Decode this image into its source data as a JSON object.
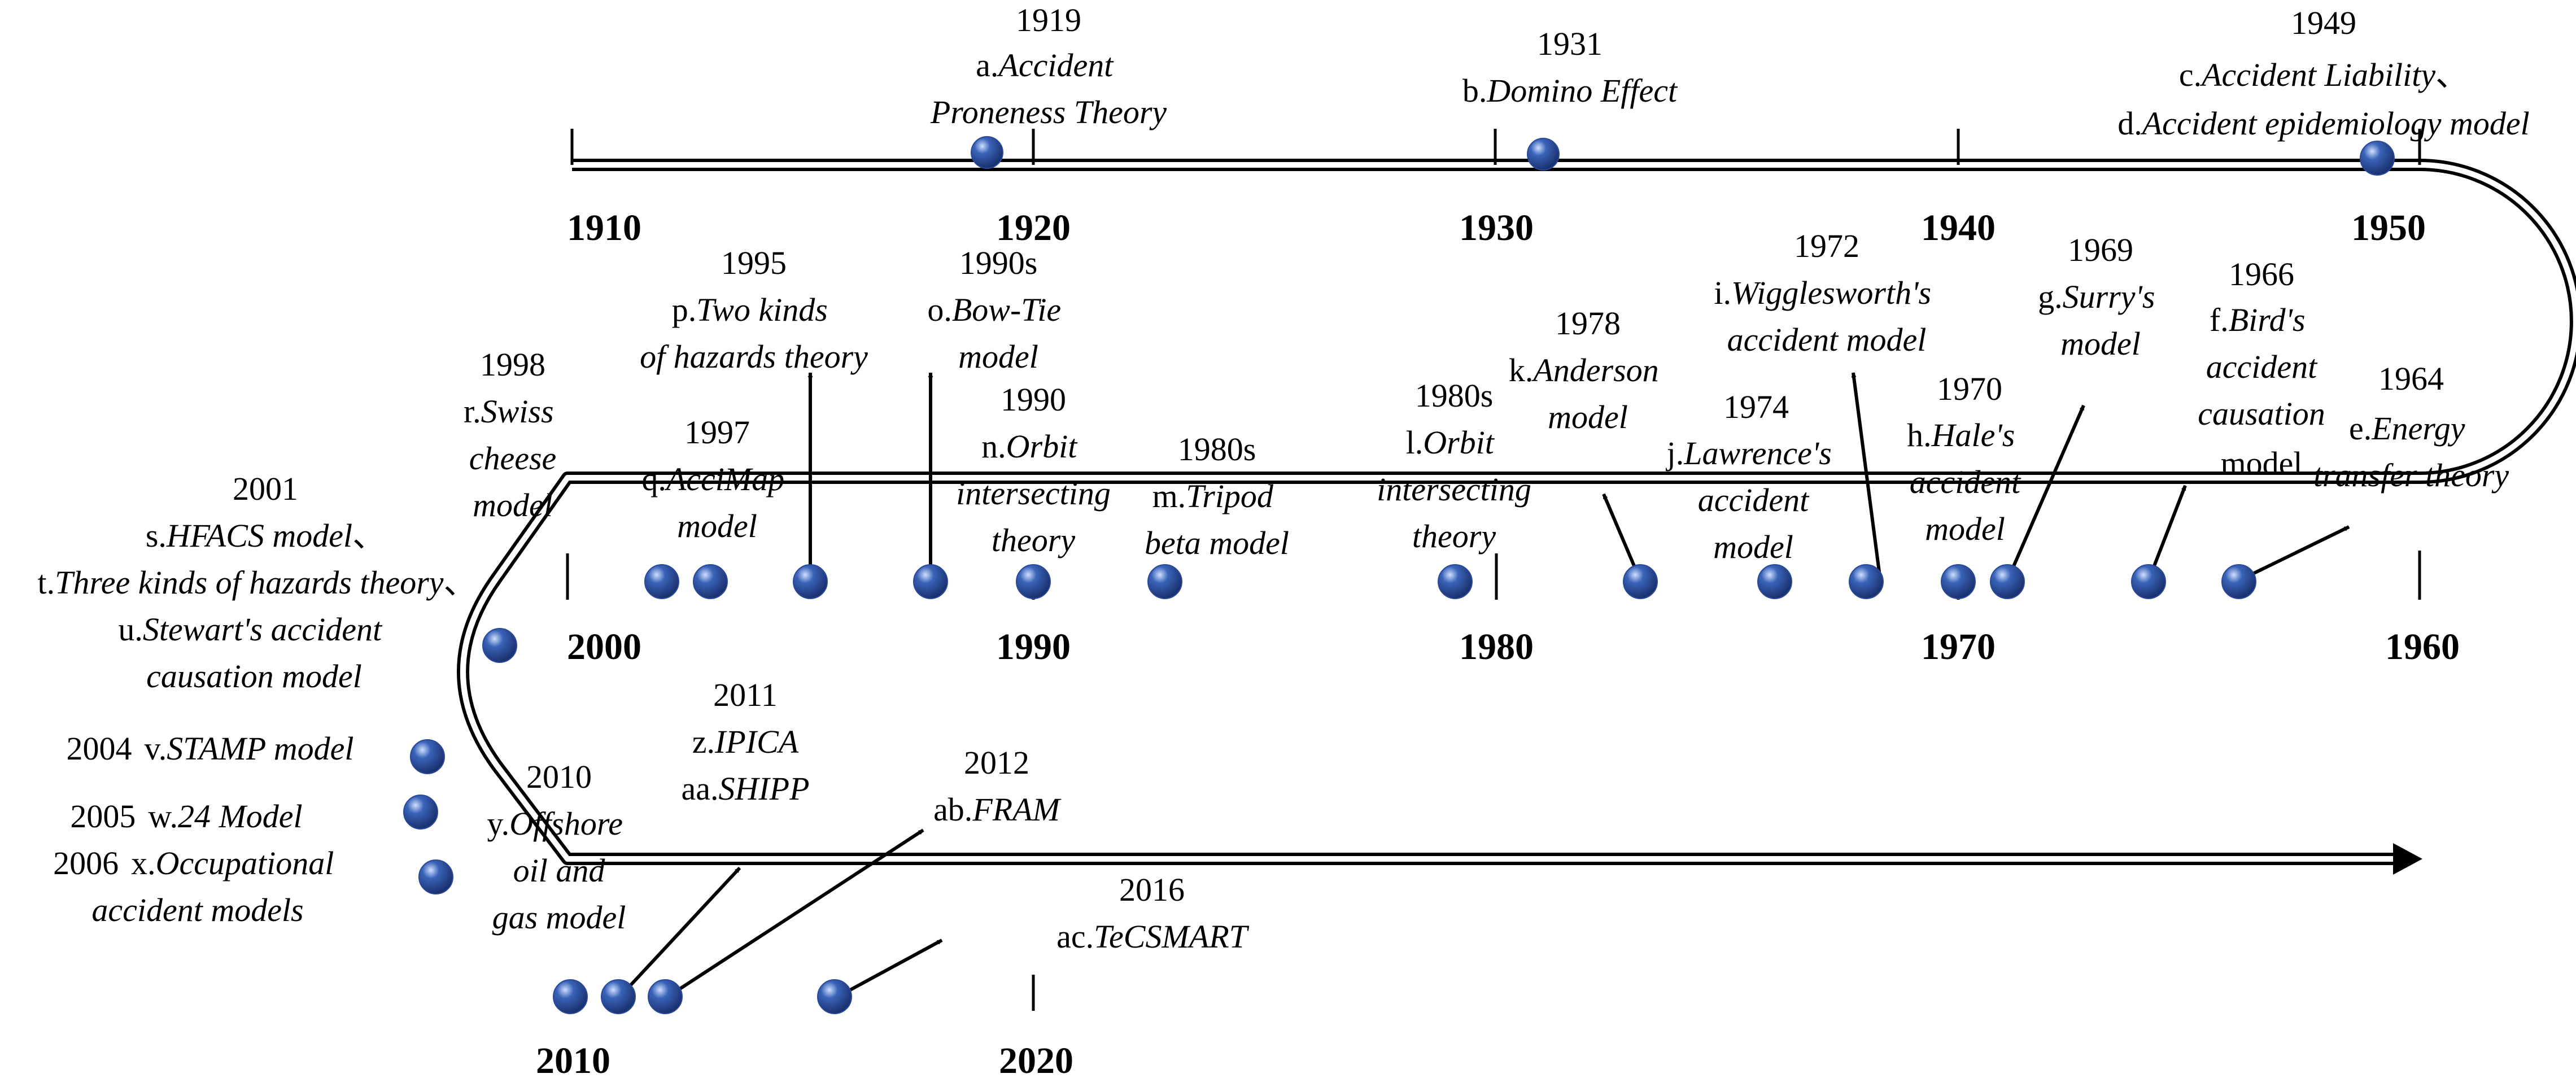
{
  "timeline": {
    "rows": [
      {
        "id": "row-1",
        "ticks": [
          "1910",
          "1920",
          "1930",
          "1940",
          "1950"
        ]
      },
      {
        "id": "row-2",
        "ticks": [
          "2000",
          "1990",
          "1980",
          "1970",
          "1960"
        ]
      },
      {
        "id": "row-3",
        "ticks": [
          "2010",
          "2020"
        ]
      }
    ],
    "marker_color": "#3a63b8",
    "line_color": "#000000"
  },
  "events": [
    {
      "id": "a",
      "year": "1919",
      "label": "a.",
      "name": "Accident Proneness Theory"
    },
    {
      "id": "b",
      "year": "1931",
      "label": "b.",
      "name": "Domino Effect"
    },
    {
      "id": "cd",
      "year": "1949",
      "label": "c.",
      "name": "Accident Liability",
      "separator": "、",
      "label2": "d.",
      "name2": "Accident epidemiology model"
    },
    {
      "id": "e",
      "year": "1964",
      "label": "e.",
      "name": "Energy transfer theory"
    },
    {
      "id": "f",
      "year": "1966",
      "label": "f.",
      "name": "Bird's accident causation",
      "tail": "model"
    },
    {
      "id": "g",
      "year": "1969",
      "label": "g.",
      "name": "Surry's model"
    },
    {
      "id": "h",
      "year": "1970",
      "label": "h.",
      "name": "Hale's accident model"
    },
    {
      "id": "i",
      "year": "1972",
      "label": "i.",
      "name": "Wigglesworth's accident model"
    },
    {
      "id": "j",
      "year": "1974",
      "label": "j.",
      "name": "Lawrence's accident model"
    },
    {
      "id": "k",
      "year": "1978",
      "label": "k.",
      "name": "Anderson model"
    },
    {
      "id": "l",
      "year": "1980s",
      "label": "l.",
      "name": "Orbit intersecting theory"
    },
    {
      "id": "m",
      "year": "1980s",
      "label": "m.",
      "name": "Tripod beta model"
    },
    {
      "id": "n",
      "year": "1990",
      "label": "n.",
      "name": "Orbit intersecting theory"
    },
    {
      "id": "o",
      "year": "1990s",
      "label": "o.",
      "name": "Bow-Tie model"
    },
    {
      "id": "p",
      "year": "1995",
      "label": "p.",
      "name": "Two kinds of hazards theory"
    },
    {
      "id": "q",
      "year": "1997",
      "label": "q.",
      "name": "AcciMap model"
    },
    {
      "id": "r",
      "year": "1998",
      "label": "r.",
      "name": "Swiss cheese model"
    },
    {
      "id": "stu",
      "year": "2001",
      "label": "s.",
      "name": "HFACS model",
      "separator": "、",
      "label2": "t.",
      "name2": "Three kinds of hazards theory",
      "label3": "u.",
      "name3": "Stewart's accident causation model"
    },
    {
      "id": "v",
      "year": "2004",
      "label": "v.",
      "name": "STAMP model"
    },
    {
      "id": "w",
      "year": "2005",
      "label": "w.",
      "name": "24 Model"
    },
    {
      "id": "x",
      "year": "2006",
      "label": "x.",
      "name": "Occupational accident models"
    },
    {
      "id": "y",
      "year": "2010",
      "label": "y.",
      "name": "Offshore oil and gas model"
    },
    {
      "id": "zaa",
      "year": "2011",
      "label": "z.",
      "name": "IPICA",
      "label2": "aa.",
      "name2": "SHIPP"
    },
    {
      "id": "ab",
      "year": "2012",
      "label": "ab.",
      "name": "FRAM"
    },
    {
      "id": "ac",
      "year": "2016",
      "label": "ac.",
      "name": "TeCSMART"
    }
  ]
}
